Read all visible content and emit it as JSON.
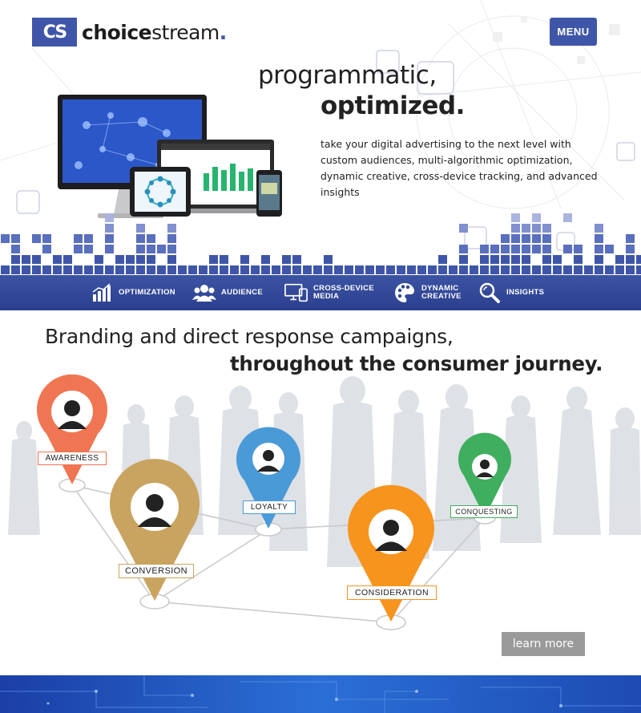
{
  "header": {
    "logo_badge": "CS",
    "logo_word_bold": "choice",
    "logo_word_light": "stream",
    "logo_dot": ".",
    "menu_label": "MENU"
  },
  "hero": {
    "headline_line1": "programmatic,",
    "headline_line2": "optimized.",
    "tagline": "take your digital advertising to the next level with custom audiences, multi-algorithmic optimization, dynamic creative, cross-device tracking, and advanced insights"
  },
  "nav": {
    "items": [
      {
        "label": "OPTIMIZATION",
        "icon": "bar-chart-icon"
      },
      {
        "label": "AUDIENCE",
        "icon": "people-icon"
      },
      {
        "label": "CROSS-DEVICE\nMEDIA",
        "icon": "devices-icon"
      },
      {
        "label": "DYNAMIC\nCREATIVE",
        "icon": "palette-icon"
      },
      {
        "label": "INSIGHTS",
        "icon": "magnifier-icon"
      }
    ]
  },
  "journey": {
    "title_line1": "Branding and direct response campaigns,",
    "title_line2": "throughout the consumer journey.",
    "stages": [
      {
        "label": "AWARENESS",
        "color": "#f07552"
      },
      {
        "label": "LOYALTY",
        "color": "#4a9ad8"
      },
      {
        "label": "CONVERSION",
        "color": "#c9a461"
      },
      {
        "label": "CONQUESTING",
        "color": "#3fae5e"
      },
      {
        "label": "CONSIDERATION",
        "color": "#f7941d"
      }
    ],
    "learn_more": "learn more"
  },
  "colors": {
    "brand_blue": "#3f56a8",
    "nav_bar": "#2f4597",
    "button_gray": "#9a9a9a"
  }
}
